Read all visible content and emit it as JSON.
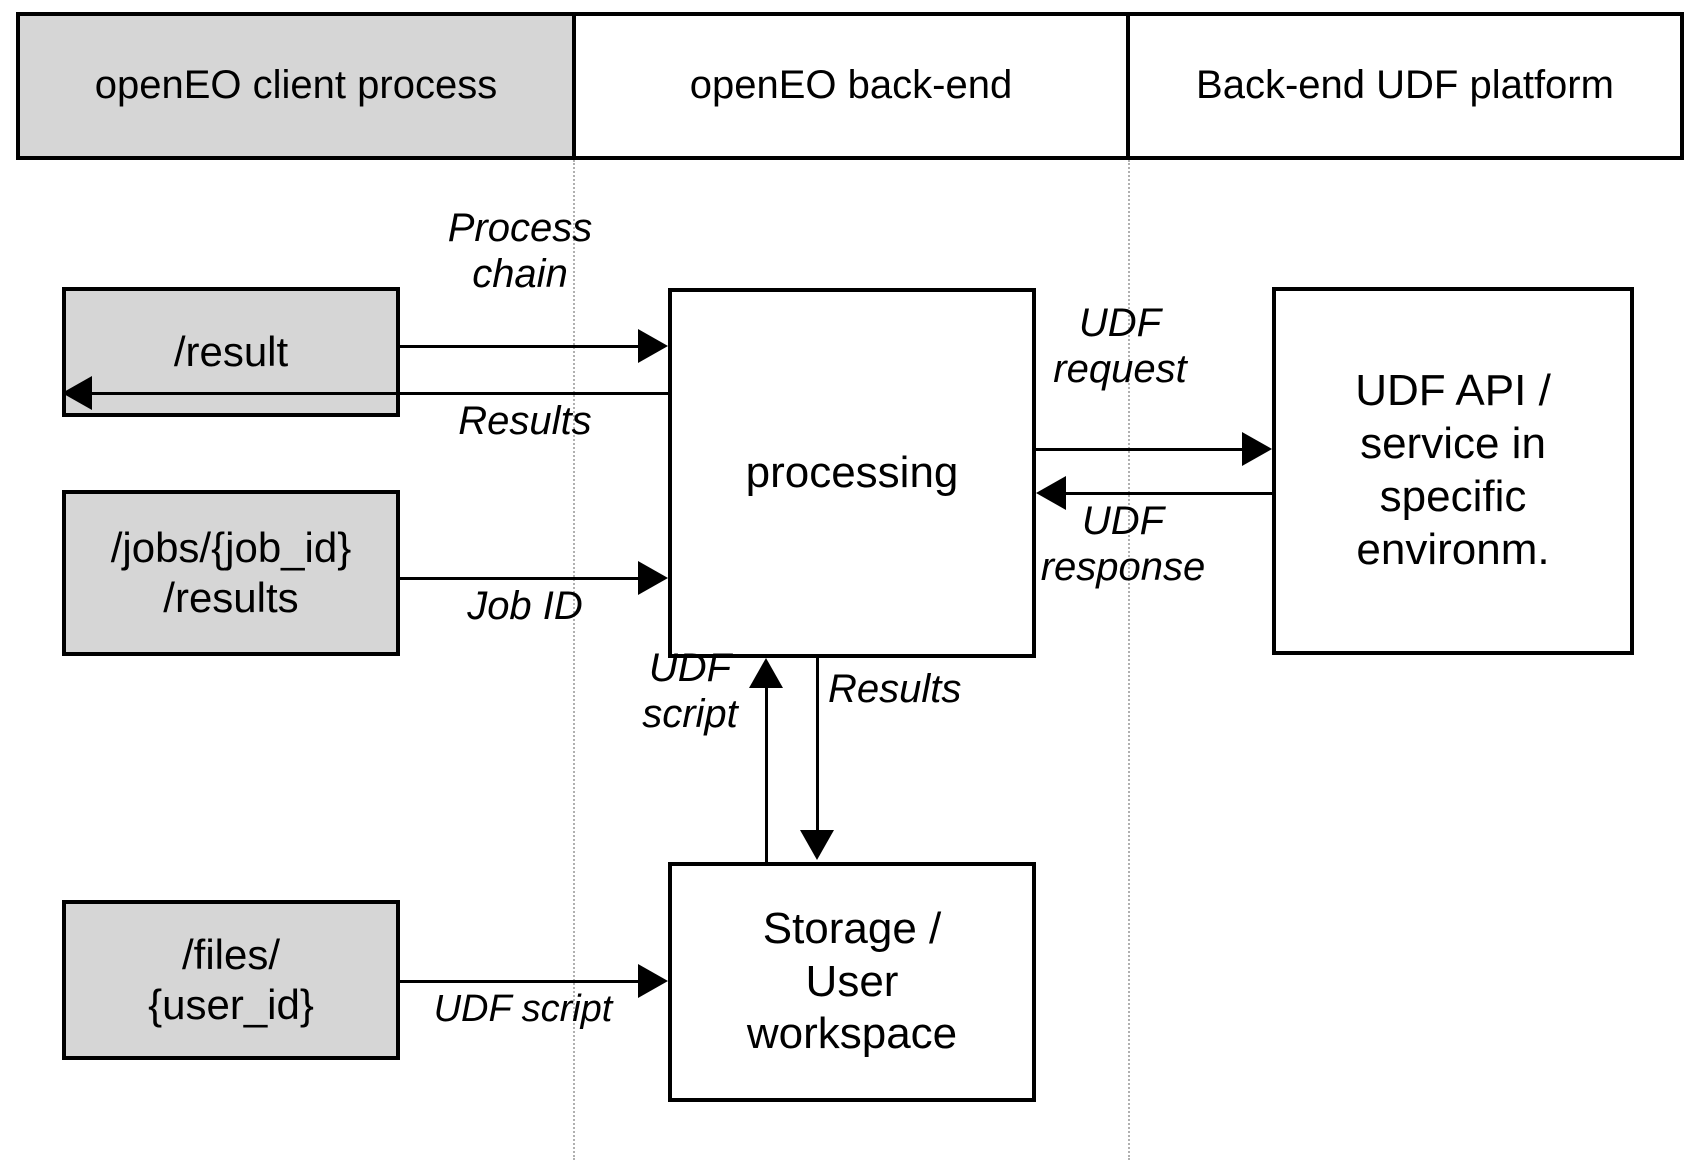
{
  "diagram": {
    "title": "openEO UDF processing flow",
    "colors": {
      "shaded_fill": "#d6d6d6",
      "plain_fill": "#ffffff",
      "stroke": "#000000",
      "lifeline": "#b0b0b0"
    },
    "lanes": [
      {
        "id": "client",
        "label": "openEO client\nprocess",
        "shaded": true
      },
      {
        "id": "backend",
        "label": "openEO back-end",
        "shaded": false
      },
      {
        "id": "udf",
        "label": "Back-end UDF\nplatform",
        "shaded": false
      }
    ],
    "nodes": [
      {
        "id": "result",
        "label": "/result",
        "shaded": true,
        "lane": "client"
      },
      {
        "id": "jobs",
        "label": "/jobs/{job_id}\n/results",
        "shaded": true,
        "lane": "client"
      },
      {
        "id": "files",
        "label": "/files/\n{user_id}",
        "shaded": true,
        "lane": "client"
      },
      {
        "id": "processing",
        "label": "processing",
        "shaded": false,
        "lane": "backend"
      },
      {
        "id": "storage",
        "label": "Storage /\nUser\nworkspace",
        "shaded": false,
        "lane": "backend"
      },
      {
        "id": "udfapi",
        "label": "UDF API /\nservice in\nspecific\nenvironm.",
        "shaded": false,
        "lane": "udf"
      }
    ],
    "edges": [
      {
        "id": "process-chain",
        "label": "Process\nchain",
        "from": "result",
        "to": "processing",
        "direction": "right"
      },
      {
        "id": "results-client",
        "label": "Results",
        "from": "processing",
        "to": "result",
        "direction": "left"
      },
      {
        "id": "job-id",
        "label": "Job ID",
        "from": "jobs",
        "to": "processing",
        "direction": "right"
      },
      {
        "id": "udf-request",
        "label": "UDF\nrequest",
        "from": "processing",
        "to": "udfapi",
        "direction": "right"
      },
      {
        "id": "udf-response",
        "label": "UDF\nresponse",
        "from": "udfapi",
        "to": "processing",
        "direction": "left"
      },
      {
        "id": "udf-script-up",
        "label": "UDF\nscript",
        "from": "storage",
        "to": "processing",
        "direction": "up"
      },
      {
        "id": "results-store",
        "label": "Results",
        "from": "processing",
        "to": "storage",
        "direction": "down"
      },
      {
        "id": "udf-script-in",
        "label": "UDF script",
        "from": "files",
        "to": "storage",
        "direction": "right"
      }
    ]
  }
}
